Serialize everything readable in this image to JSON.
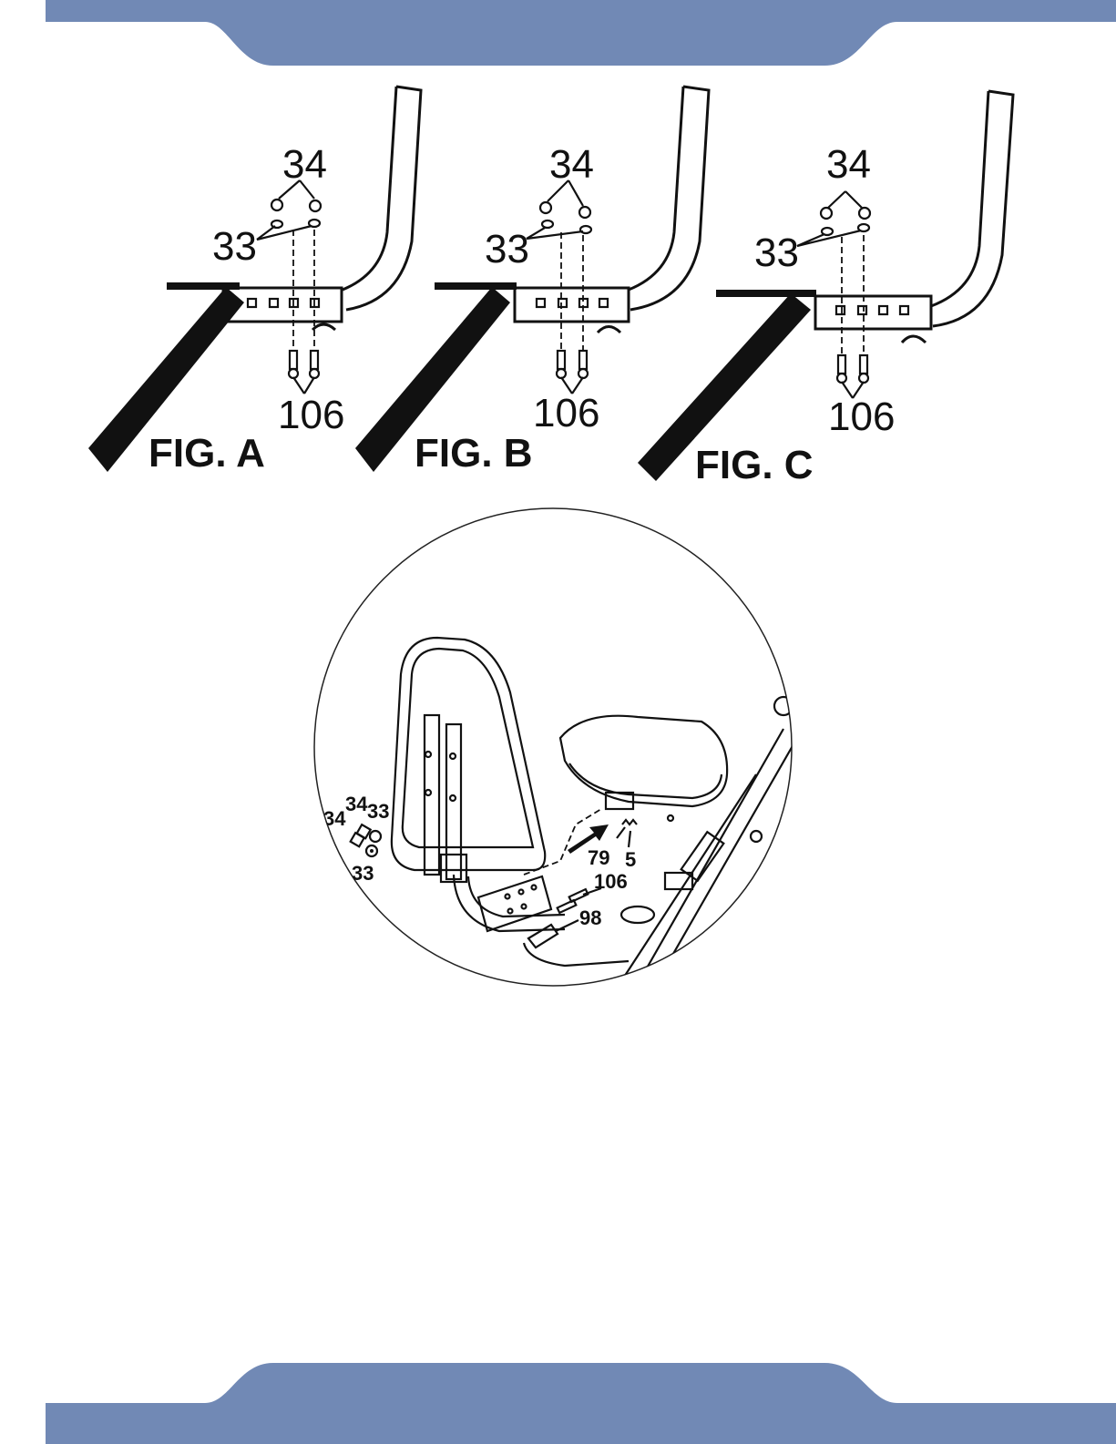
{
  "brand_color": "#7189b5",
  "figures": [
    {
      "label": "FIG. A",
      "nuts": "34",
      "washers": "33",
      "bolts": "106"
    },
    {
      "label": "FIG. B",
      "nuts": "34",
      "washers": "33",
      "bolts": "106"
    },
    {
      "label": "FIG. C",
      "nuts": "34",
      "washers": "33",
      "bolts": "106"
    }
  ],
  "detail_parts": {
    "nut_a": "34",
    "nut_b": "34",
    "washer_a": "33",
    "washer_b": "33",
    "bracket": "79",
    "seat_post": "5",
    "bolt": "106",
    "knob": "98"
  }
}
